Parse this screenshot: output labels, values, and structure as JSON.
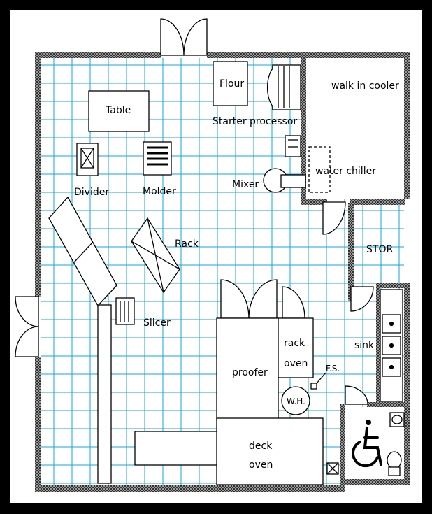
{
  "colors": {
    "frame": "#000000",
    "floor": "#ffffff",
    "grid": "#1aa3e0",
    "wall_dark": "#333333",
    "wall_light": "#a8a8a8",
    "fixture": "#ffffff"
  },
  "labels": {
    "flour": "Flour",
    "starter_processor": "Starter processor",
    "walk_in_cooler": "walk in cooler",
    "table": "Table",
    "water_chiller": "water chiller",
    "mixer": "Mixer",
    "divider": "Divider",
    "molder": "Molder",
    "rack": "Rack",
    "stor": "STOR",
    "slicer": "Slicer",
    "sink": "sink",
    "rack_oven_1": "rack",
    "rack_oven_2": "oven",
    "proofer": "proofer",
    "fs": "F.S.",
    "wh": "W.H.",
    "deck_oven_1": "deck",
    "deck_oven_2": "oven"
  },
  "icons": {
    "accessible": "wheelchair-icon",
    "toilet": "toilet-icon"
  }
}
